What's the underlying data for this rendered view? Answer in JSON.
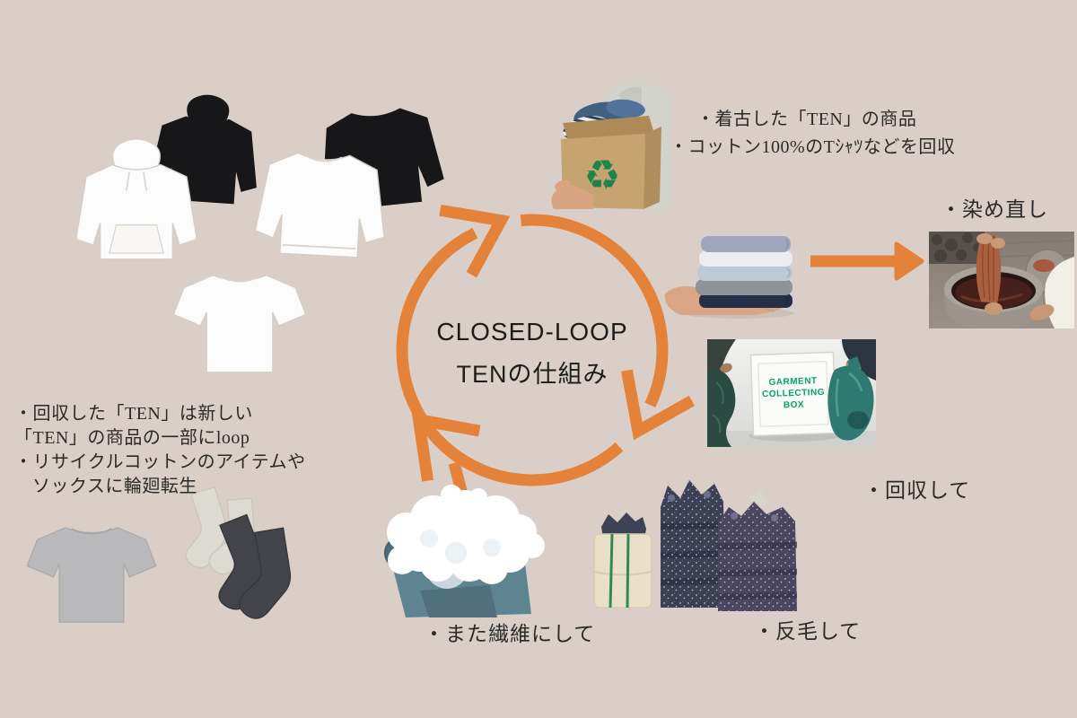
{
  "colors": {
    "bg": "#D9CFC8",
    "accent_orange": "#E5823A",
    "text_dark": "#2A2A2A",
    "recycle_green": "#1E8449",
    "sign_green": "#00A36C"
  },
  "cycle": {
    "title_en": "CLOSED-LOOP",
    "title_ja": "TENの仕組み"
  },
  "annotations": {
    "worn": {
      "line1": "・着古した「TEN」の商品",
      "line2": "・コットン100%のTｼｬﾂなどを回収"
    },
    "redye": "・染め直し",
    "collect": "・回収して",
    "shred": "・反毛して",
    "refiber": "・また繊維にして",
    "loop": {
      "line1": "・回収した「TEN」は新しい",
      "line2": "「TEN」の商品の一部にloop",
      "line3": "・リサイクルコットンのアイテムや",
      "line4": "ソックスに輪廻転生"
    }
  },
  "sign": {
    "line1": "GARMENT",
    "line2": "COLLECTING",
    "line3": "BOX"
  },
  "icons": {
    "recycle": "♻"
  }
}
